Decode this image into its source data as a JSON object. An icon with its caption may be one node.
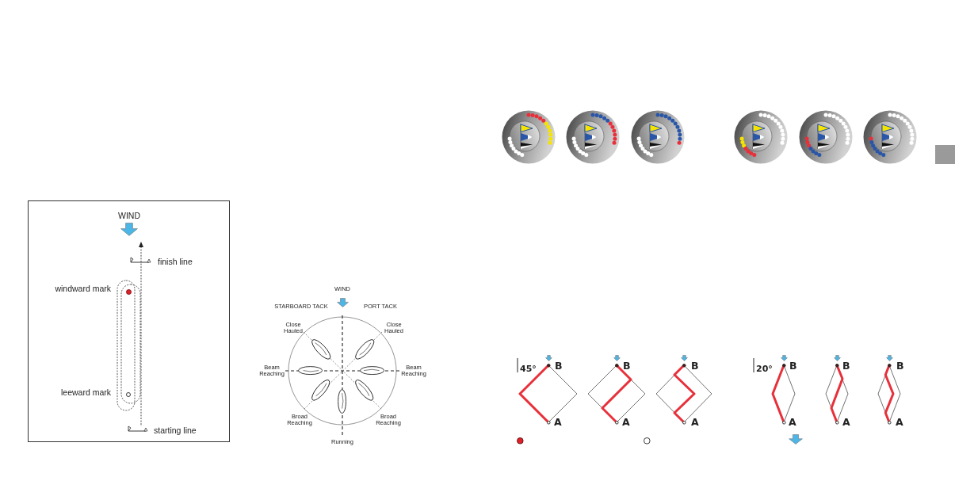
{
  "diagram": {
    "nodes": [
      {
        "text": [
          "WIND",
          "finish line",
          "windward mark",
          "leeward mark",
          "starting line"
        ]
      }
    ],
    "labels": [
      "WIND",
      "STARBOARD TACK",
      "PORT TACK",
      "Close Hauled",
      "Close Hauled",
      "Beam Reaching",
      "Beam Reaching",
      "Broad Reaching",
      "Broad Reaching",
      "Running",
      "45°",
      "B",
      "A",
      "B",
      "A",
      "B",
      "A",
      "20°",
      "B",
      "A",
      "B",
      "A",
      "B",
      "A"
    ]
  }
}
